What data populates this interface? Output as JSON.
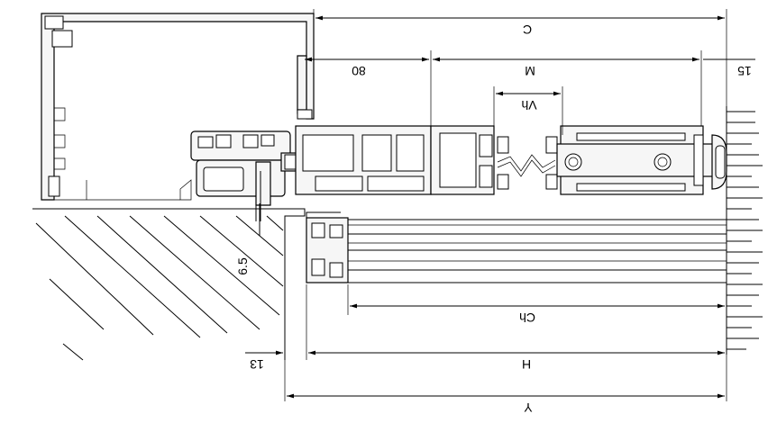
{
  "drawing": {
    "dimensions": {
      "c": "C",
      "d80": "80",
      "m": "M",
      "d15": "15",
      "vh": "Vh",
      "d65": "6.5",
      "ch": "Ch",
      "d13": "13",
      "h": "H",
      "y": "Y"
    },
    "colors": {
      "line": "#000000",
      "background": "#ffffff"
    }
  }
}
